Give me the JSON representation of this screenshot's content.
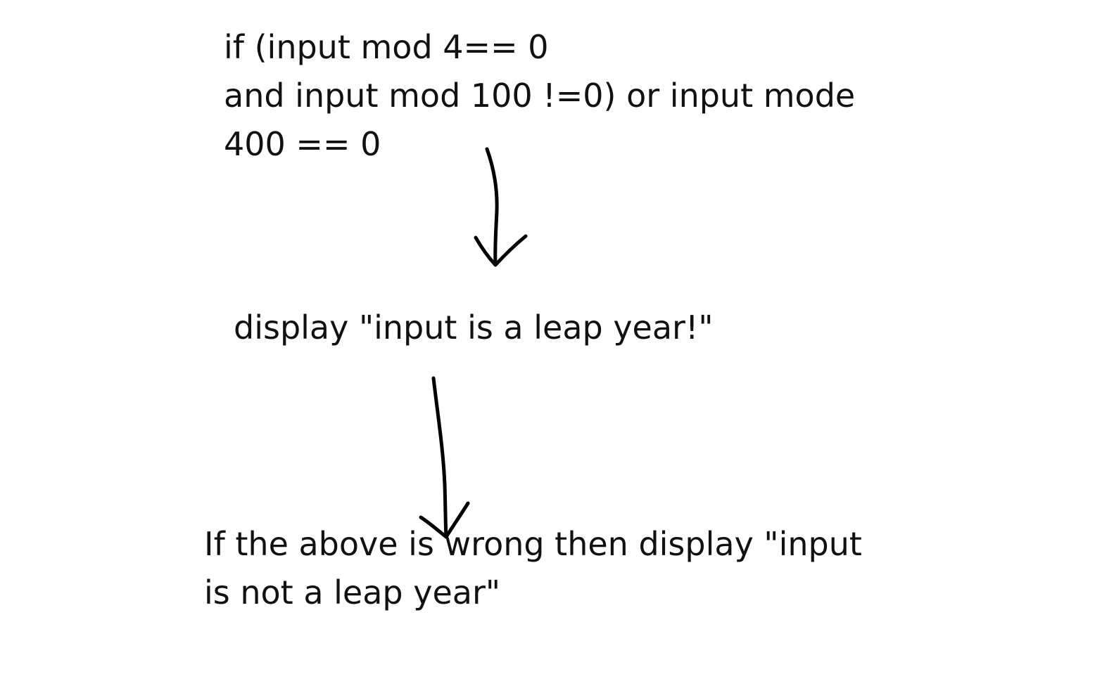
{
  "diagram": {
    "condition": {
      "lines": [
        "if (input mod 4== 0",
        "and input mod 100 !=0) or input mode",
        "400 == 0"
      ]
    },
    "display_leap": {
      "text": "display \"input is a leap year!\""
    },
    "otherwise": {
      "lines": [
        "If the above is wrong then display \"input",
        "is not a leap year\""
      ]
    },
    "stroke_color": "#000000",
    "text_color": "#111111",
    "background_color": "#ffffff"
  }
}
